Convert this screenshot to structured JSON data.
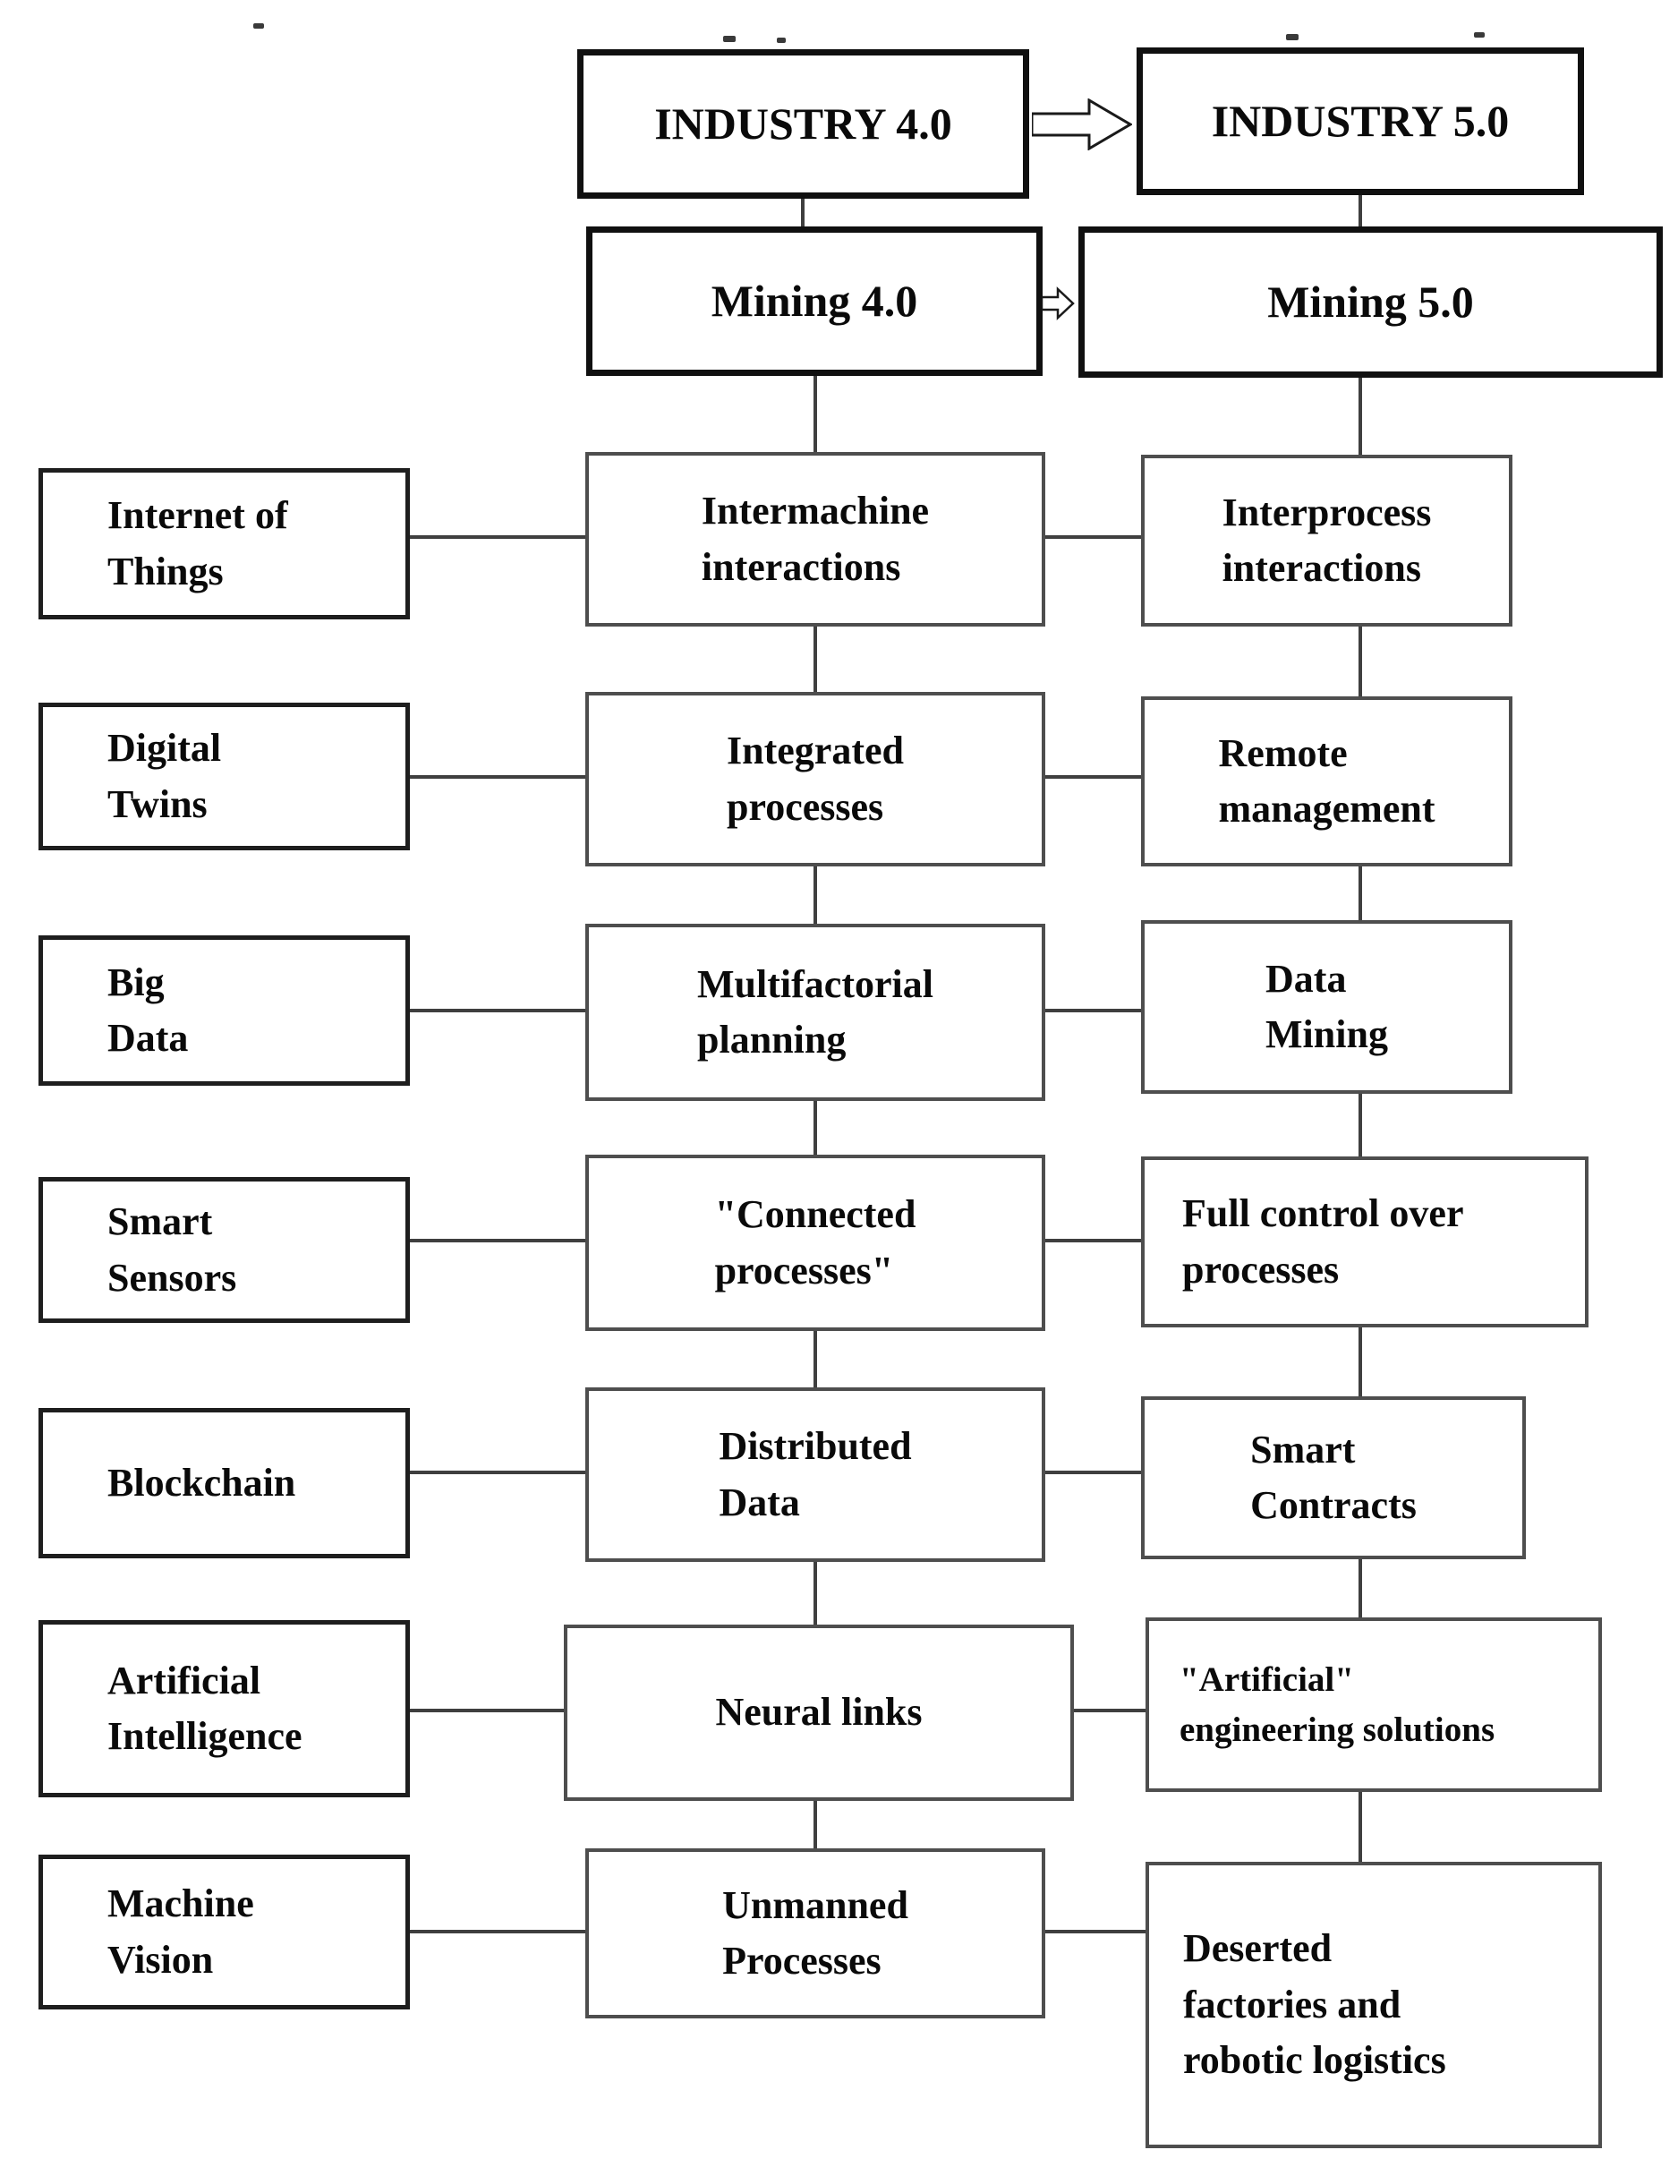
{
  "top": {
    "industry40": "INDUSTRY 4.0",
    "industry50": "INDUSTRY 5.0",
    "mining40": "Mining 4.0",
    "mining50": "Mining 5.0"
  },
  "arrows": {
    "industry_transition": "right-block-arrow",
    "mining_transition": "right-block-arrow"
  },
  "rows": [
    {
      "left": "Internet of\nThings",
      "middle": "Intermachine\ninteractions",
      "right": "Interprocess\ninteractions"
    },
    {
      "left": "Digital\nTwins",
      "middle": "Integrated\nprocesses",
      "right": "Remote\nmanagement"
    },
    {
      "left": "Big\nData",
      "middle": "Multifactorial\nplanning",
      "right": "Data\nMining"
    },
    {
      "left": "Smart\nSensors",
      "middle": "\"Connected\nprocesses\"",
      "right": "Full control over\nprocesses"
    },
    {
      "left": "Blockchain",
      "middle": "Distributed\nData",
      "right": "Smart\nContracts"
    },
    {
      "left": "Artificial\nIntelligence",
      "middle": "Neural links",
      "right": "\"Artificial\"\nengineering solutions"
    },
    {
      "left": "Machine\nVision",
      "middle": "Unmanned\nProcesses",
      "right": "Deserted\nfactories and\nrobotic logistics"
    }
  ],
  "colors": {
    "border_heavy": "#101010",
    "border_left_column": "#1e1e1e",
    "border_inner_boxes": "#4e4e4e",
    "connector": "#3f3f3f",
    "text": "#0a0a0a",
    "background": "#ffffff"
  }
}
